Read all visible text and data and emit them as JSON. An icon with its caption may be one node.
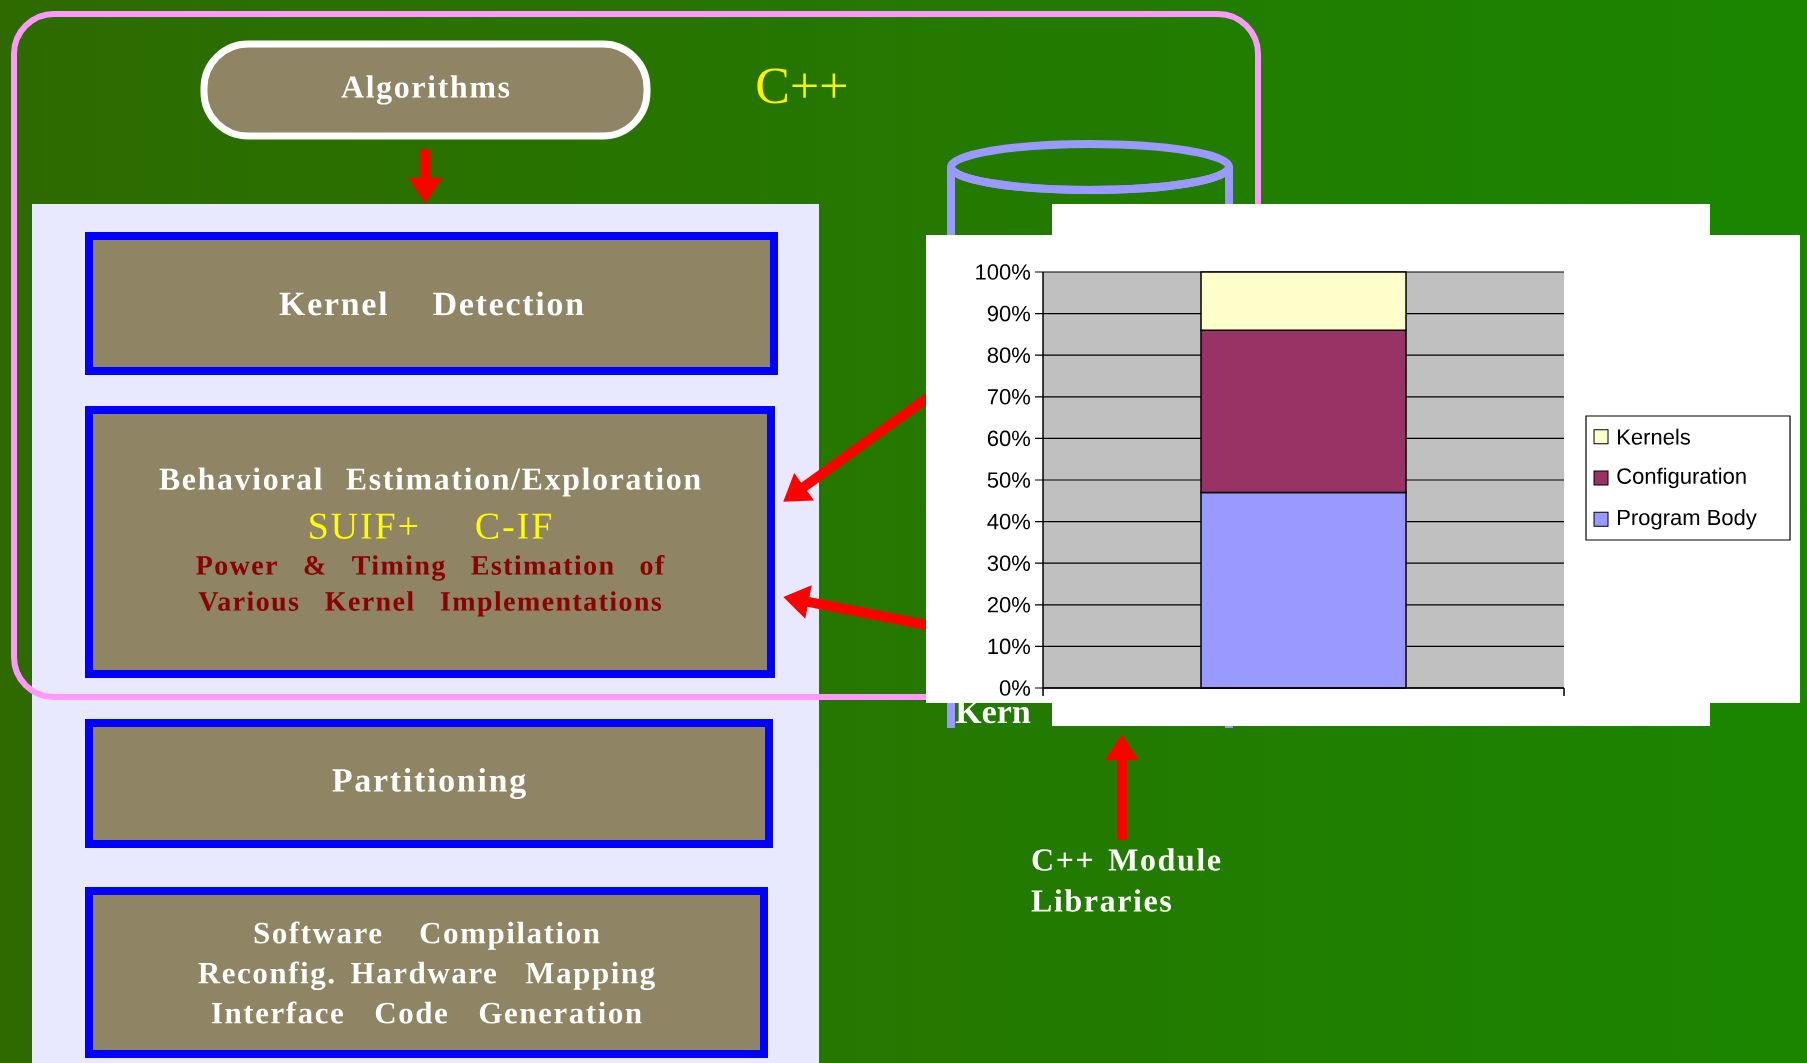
{
  "diagram": {
    "nodes": [
      {
        "text": [
          "Algorithms"
        ]
      },
      {
        "text": [],
        "shape": "box"
      },
      {
        "text": [
          "Kernel Detection"
        ],
        "in": 1
      },
      {
        "text": [
          "Behavioral Estimation/Exploration",
          "SUIF+ C-IF",
          "Power & Timing Estimation of Various Kernel Implementations"
        ],
        "in": 1
      },
      {
        "text": [
          "Partitioning"
        ],
        "in": 1
      },
      {
        "text": [
          "Software Compilation",
          "Reconfig. Hardware Mapping",
          "Interface Code Generation"
        ],
        "in": 1
      },
      {
        "text": [],
        "shape": "cylinder"
      },
      {
        "text": [
          "C++ Module Libraries"
        ]
      }
    ],
    "edges": [
      {
        "from": 0,
        "to": 1,
        "arrow": "to"
      },
      {
        "from": 6,
        "to": 3,
        "arrow": "to"
      },
      {
        "from": 6,
        "to": 3,
        "arrow": "to"
      },
      {
        "from": 7,
        "to": 6,
        "arrow": "to"
      }
    ],
    "labels": [
      "C++",
      "Kern"
    ],
    "chart_data": {
      "type": "bar",
      "stacked": true,
      "orientation": "vertical",
      "categories": [
        null
      ],
      "ylim": [
        0,
        100
      ],
      "grid": true,
      "legend": "right",
      "yticks": [
        {
          "value": 0,
          "label": "0%"
        },
        {
          "value": 10,
          "label": "10%"
        },
        {
          "value": 20,
          "label": "20%"
        },
        {
          "value": 30,
          "label": "30%"
        },
        {
          "value": 40,
          "label": "40%"
        },
        {
          "value": 50,
          "label": "50%"
        },
        {
          "value": 60,
          "label": "60%"
        },
        {
          "value": 70,
          "label": "70%"
        },
        {
          "value": 80,
          "label": "80%"
        },
        {
          "value": 90,
          "label": "90%"
        },
        {
          "value": 100,
          "label": "100%"
        }
      ],
      "series": [
        {
          "name": "Program Body",
          "color": "#9999ff",
          "values": [
            47
          ]
        },
        {
          "name": "Configuration",
          "color": "#993366",
          "values": [
            39
          ]
        },
        {
          "name": "Kernels",
          "color": "#ffffcc",
          "values": [
            14
          ]
        }
      ]
    }
  }
}
